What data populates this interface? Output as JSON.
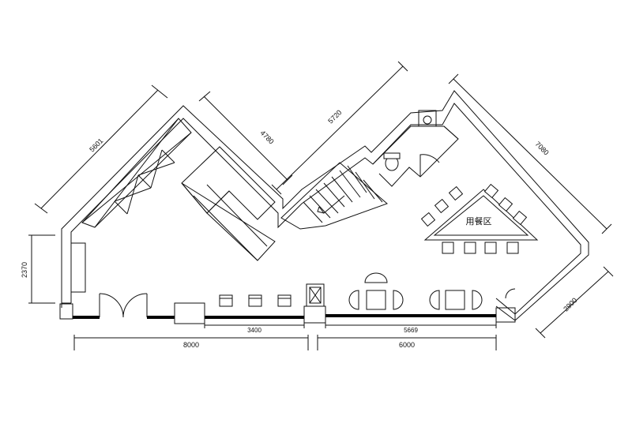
{
  "dimensions": {
    "d5601": "5601",
    "d4780": "4780",
    "d5720": "5720",
    "d7080": "7080",
    "d2370": "2370",
    "d2900": "2900",
    "d8000": "8000",
    "d6000": "6000",
    "d3400": "3400",
    "d5669": "5669"
  },
  "room_labels": {
    "dining_area": "用餐区"
  },
  "colors": {
    "line": "#111111",
    "background": "#ffffff"
  }
}
